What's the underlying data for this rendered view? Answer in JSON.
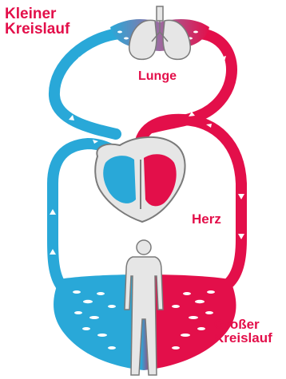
{
  "labels": {
    "small_circulation_line1": "Kleiner",
    "small_circulation_line2": "Kreislauf",
    "lungs": "Lunge",
    "heart": "Herz",
    "large_circulation_line1": "Großer",
    "large_circulation_line2": "Kreislauf"
  },
  "colors": {
    "oxygenated": "#e30f4a",
    "deoxygenated": "#29a8d8",
    "organ_fill": "#e6e6e6",
    "organ_stroke": "#7a7a7a",
    "arrow": "#ffffff",
    "label": "#e30f4a"
  },
  "icons": [
    "lungs-icon",
    "heart-icon",
    "human-body-icon"
  ]
}
